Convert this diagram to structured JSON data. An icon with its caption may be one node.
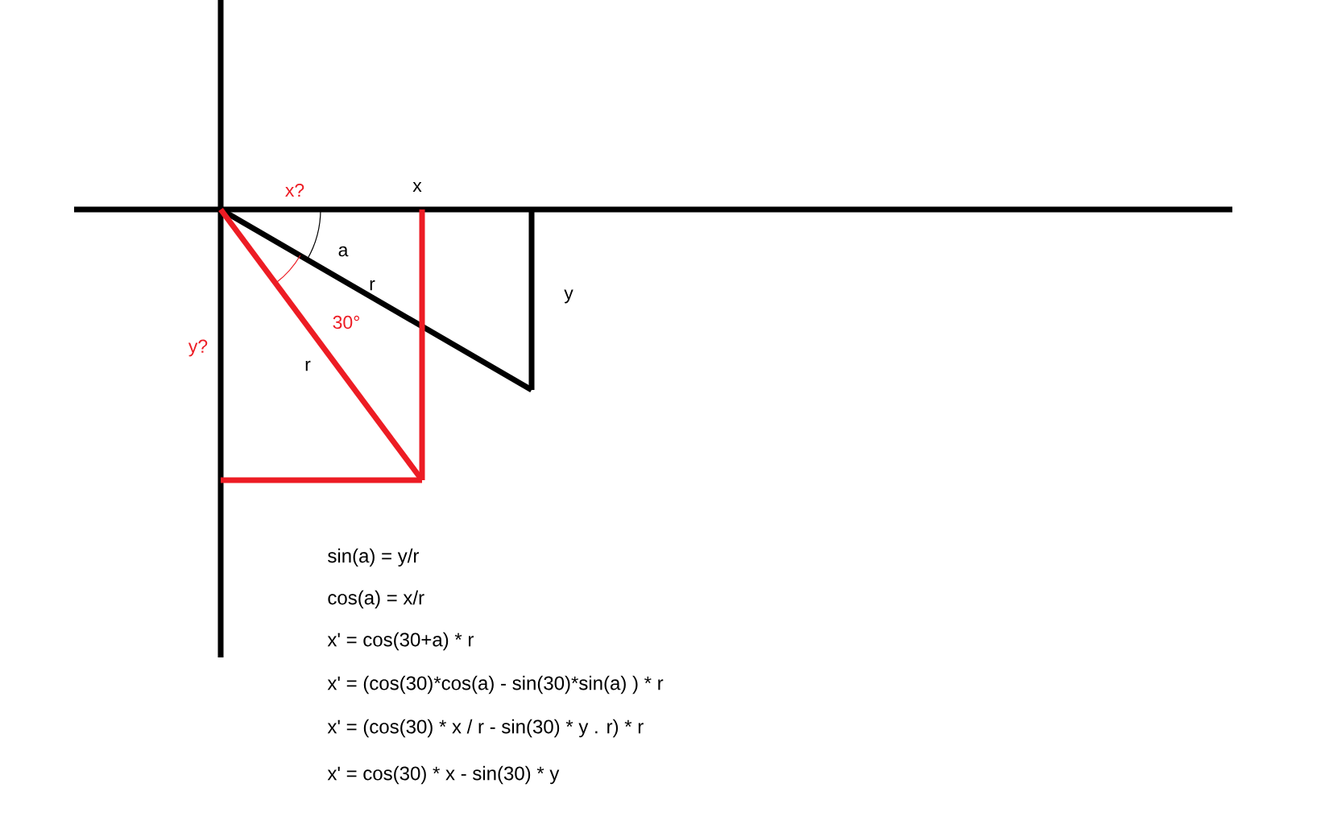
{
  "diagram": {
    "labels": [
      "x?",
      "x",
      "a",
      "r",
      "y",
      "30°",
      "y?",
      "r",
      "sin(a) = y/r",
      "cos(a) = x/r",
      "x' = cos(30+a) * r",
      "x' = (cos(30)*cos(a) - sin(30)*sin(a) ) * r",
      "x' = (cos(30) * x / r - sin(30) * y . r)   * r",
      "x' = cos(30) * x - sin(30) * y"
    ]
  }
}
